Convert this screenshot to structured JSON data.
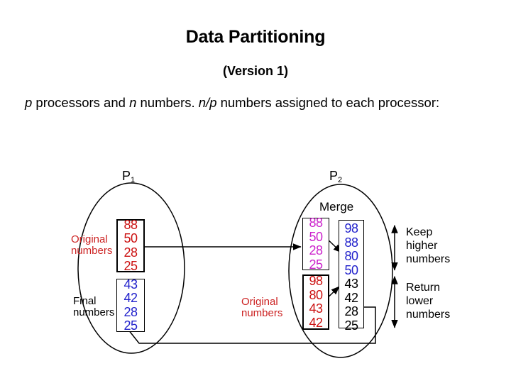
{
  "slide": {
    "title": "Data Partitioning",
    "subtitle": "(Version 1)",
    "body_line1_a": "p",
    "body_line1_b": " processors and ",
    "body_line1_c": "n",
    "body_line1_d": " numbers. ",
    "body_line1_e": "n/p",
    "body_line1_f": " numbers assigned to each processor:"
  },
  "diagram": {
    "processors": [
      {
        "id": "P1",
        "header": "P",
        "header_sub": "1",
        "boxes": [
          {
            "label": "Original\nnumbers",
            "label_color": "#cc2222",
            "values": [
              "88",
              "50",
              "28",
              "25"
            ],
            "value_color": "#cc1111",
            "border": "thick"
          },
          {
            "label": "Final\nnumbers",
            "label_color": "#000000",
            "values": [
              "43",
              "42",
              "28",
              "25"
            ],
            "value_color": "#2222cc",
            "border": "thin"
          }
        ]
      },
      {
        "id": "P2",
        "header": "P",
        "header_sub": "2",
        "merge_label": "Merge",
        "boxes": [
          {
            "label": "",
            "values": [
              "88",
              "50",
              "28",
              "25"
            ],
            "value_color": "#cc22cc",
            "border": "thin"
          },
          {
            "label": "Original\nnumbers",
            "label_color": "#cc2222",
            "values": [
              "98",
              "80",
              "43",
              "42"
            ],
            "value_color": "#cc1111",
            "border": "thick"
          }
        ],
        "merged_box": {
          "upper_values": [
            "98",
            "88",
            "80",
            "50"
          ],
          "upper_color": "#2222cc",
          "lower_values": [
            "43",
            "42",
            "28",
            "25"
          ],
          "lower_color": "#000000",
          "border": "thin"
        }
      }
    ],
    "annotations": [
      {
        "text": "Keep\nhigher\nnumbers"
      },
      {
        "text": "Return\nlower\nnumbers"
      }
    ]
  },
  "colors": {
    "red": "#cc1111",
    "label_red": "#cc2222",
    "blue": "#2222cc",
    "magenta": "#cc22cc",
    "black": "#000000",
    "background": "#ffffff"
  }
}
